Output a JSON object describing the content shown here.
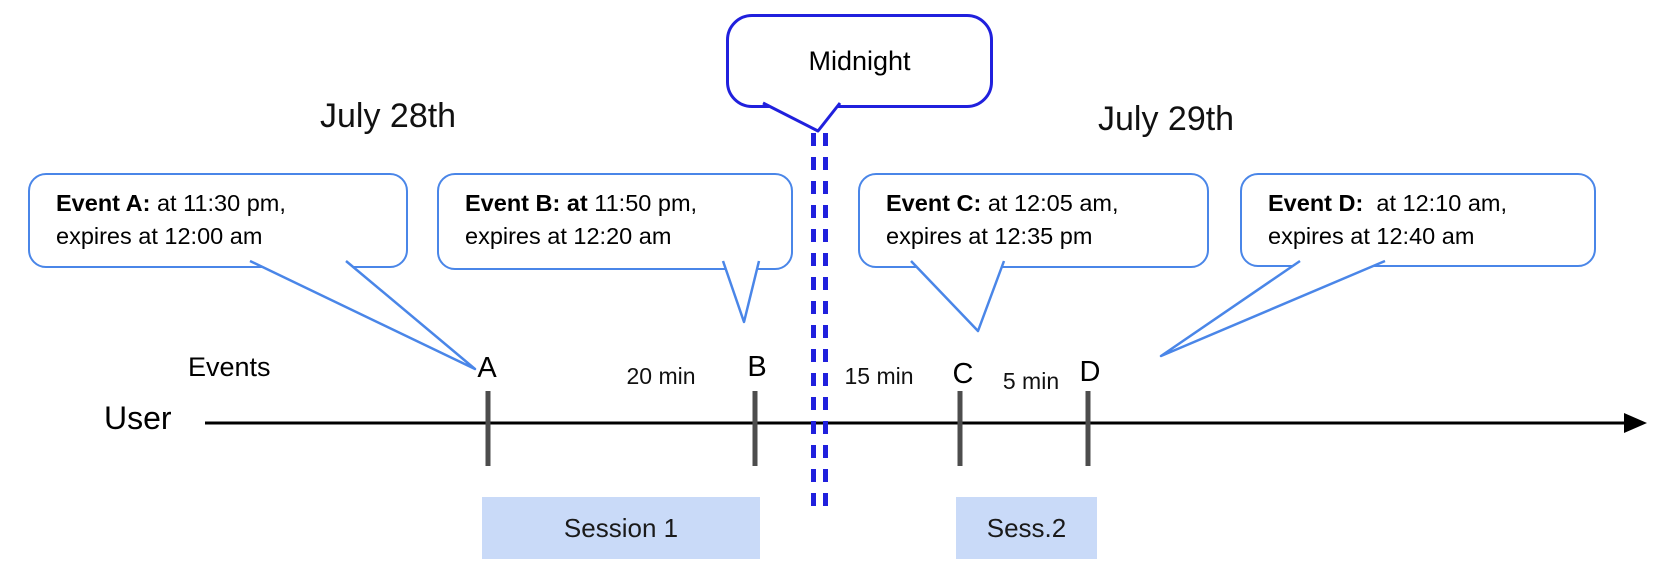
{
  "dates": [
    {
      "label": "July 28th"
    },
    {
      "label": "July 29th"
    }
  ],
  "midnight": {
    "label": "Midnight"
  },
  "callouts": [
    {
      "id": "A",
      "bold": "Event A:",
      "line1": " at 11:30 pm,",
      "line2": "expires at 12:00 am"
    },
    {
      "id": "B",
      "bold": "Event B: at",
      "line1": " 11:50 pm,",
      "line2": "expires at 12:20 am"
    },
    {
      "id": "C",
      "bold": "Event C:",
      "line1": " at 12:05 am,",
      "line2": "expires at 12:35 pm"
    },
    {
      "id": "D",
      "bold": "Event D:",
      "line1": "  at 12:10 am,",
      "line2": "expires at 12:40 am"
    }
  ],
  "timeline": {
    "events_label": "Events",
    "user_label": "User",
    "ticks": [
      "A",
      "B",
      "C",
      "D"
    ],
    "intervals": [
      {
        "label": "20 min"
      },
      {
        "label": "15 min"
      },
      {
        "label": "5 min"
      }
    ]
  },
  "sessions": [
    {
      "label": "Session 1"
    },
    {
      "label": "Sess.2"
    }
  ],
  "colors": {
    "callout_border": "#4a86e8",
    "midnight_border": "#2020dd",
    "midnight_dashed_line": "#2020dd",
    "session_fill": "#c9daf8",
    "tick": "#4d4d4d",
    "timeline_arrow": "#000000"
  }
}
